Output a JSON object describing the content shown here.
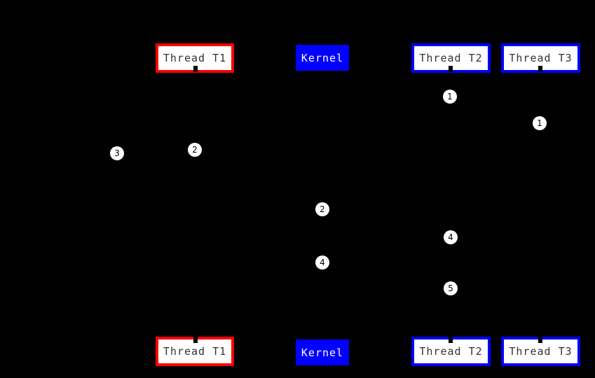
{
  "diagram": {
    "description": "Thread and kernel scheduling sequence diagram on black background",
    "colors": {
      "background": "#000000",
      "red_border": "#ff0000",
      "blue_border": "#0000ff",
      "kernel_fill": "#0000ff",
      "box_fill": "#ffffff",
      "box_text": "#333333",
      "kernel_text": "#ffffff",
      "marker_fill": "#ffffff",
      "marker_text": "#000000",
      "connector": "#000000"
    },
    "top_row": [
      {
        "label": "Thread T1",
        "style": "red"
      },
      {
        "label": "Kernel",
        "style": "kernel"
      },
      {
        "label": "Thread T2",
        "style": "blue"
      },
      {
        "label": "Thread T3",
        "style": "blue"
      }
    ],
    "bottom_row": [
      {
        "label": "Thread T1",
        "style": "red"
      },
      {
        "label": "Kernel",
        "style": "kernel"
      },
      {
        "label": "Thread T2",
        "style": "blue"
      },
      {
        "label": "Thread T3",
        "style": "blue"
      }
    ],
    "markers": [
      {
        "label": "1",
        "column": "thread-t2"
      },
      {
        "label": "1",
        "column": "thread-t3"
      },
      {
        "label": "3",
        "column": "left-of-thread-t1"
      },
      {
        "label": "2",
        "column": "thread-t1"
      },
      {
        "label": "2",
        "column": "kernel"
      },
      {
        "label": "4",
        "column": "thread-t2"
      },
      {
        "label": "4",
        "column": "kernel"
      },
      {
        "label": "5",
        "column": "thread-t2"
      }
    ]
  }
}
